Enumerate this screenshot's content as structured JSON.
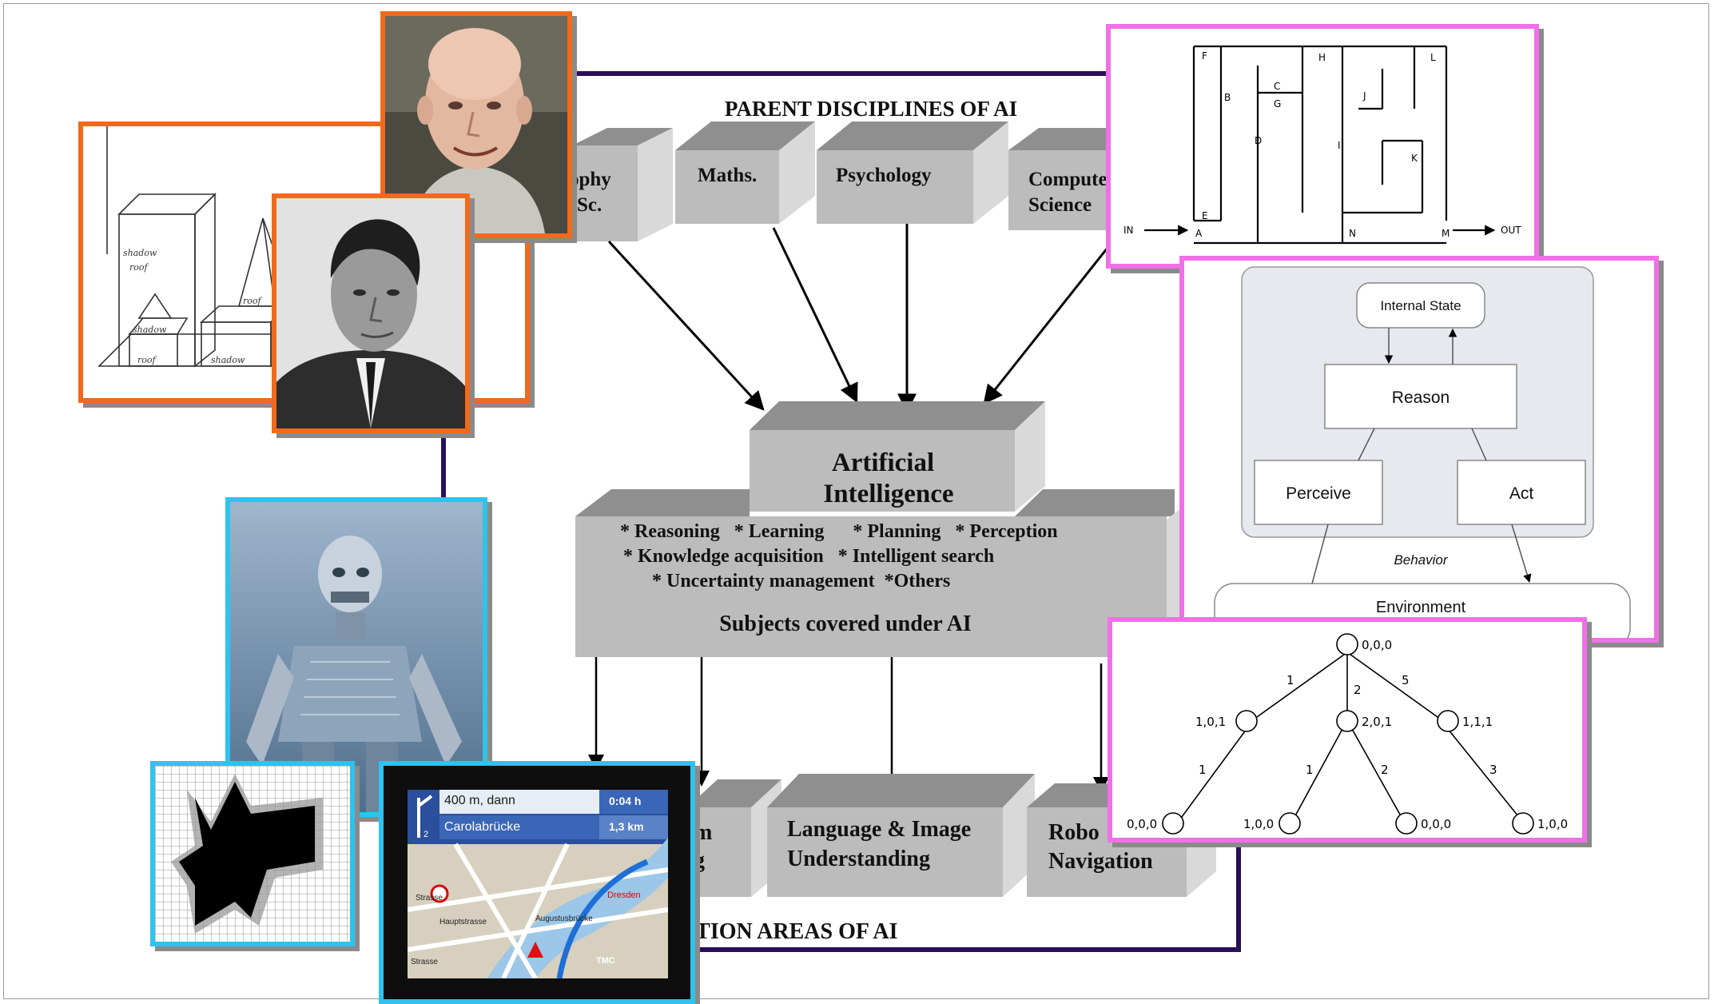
{
  "main_diagram": {
    "parent_title": "PARENT DISCIPLINES OF AI",
    "parents": [
      {
        "line1": "ophy",
        "line2": "Sc."
      },
      {
        "line1": "Maths.",
        "line2": ""
      },
      {
        "line1": "Psychology",
        "line2": ""
      },
      {
        "line1": "Compute",
        "line2": "Science"
      }
    ],
    "ai_title": [
      "Artificial",
      "Intelligence"
    ],
    "subjects_lines": [
      "* Reasoning   * Learning      * Planning   * Perception",
      "* Knowledge acquisition   * Intelligent search",
      "* Uncertainty management  *Others"
    ],
    "subjects_caption": "Subjects covered under AI",
    "applications": [
      {
        "line1": "m",
        "line2": "g"
      },
      {
        "line1": "Language & Image",
        "line2": "Understanding"
      },
      {
        "line1": "Robo",
        "line2": "Navigation"
      }
    ],
    "application_title": "ATION AREAS OF AI"
  },
  "maze": {
    "labels": [
      "F",
      "B",
      "C",
      "G",
      "D",
      "H",
      "I",
      "J",
      "K",
      "L",
      "E",
      "A",
      "N",
      "M"
    ],
    "in_label": "IN",
    "out_label": "OUT"
  },
  "agent": {
    "internal_state": "Internal State",
    "reason": "Reason",
    "perceive": "Perceive",
    "act": "Act",
    "behavior": "Behavior",
    "environment": "Environment"
  },
  "tree": {
    "root": "0,0,0",
    "level1": [
      "1,0,1",
      "2,0,1",
      "1,1,1"
    ],
    "level2": [
      "0,0,0",
      "1,0,0",
      "0,0,0",
      "1,0,0"
    ],
    "edge_labels": [
      "1",
      "2",
      "5",
      "1",
      "1",
      "2",
      "3"
    ]
  },
  "gps": {
    "instruction": "400 m, dann",
    "time": "0:04 h",
    "street": "Carolabrücke",
    "distance": "1,3 km",
    "lane_number": "2",
    "map_labels": [
      "Strasse",
      "Dresden",
      "Augustusbrücke",
      "Hauptstrasse",
      "Strasse",
      "TMC"
    ]
  },
  "sketch": {
    "labels": [
      "shadow",
      "roof",
      "shadow",
      "roof",
      "shadow",
      "roof",
      "shadow"
    ]
  },
  "colors": {
    "orange_frame": "#f06a1b",
    "cyan_frame": "#2ec3ef",
    "magenta_frame": "#f070e8",
    "block_face": "#bcbcbc",
    "block_top": "#8f8f8f",
    "frame_purple": "#2a0f5a"
  }
}
